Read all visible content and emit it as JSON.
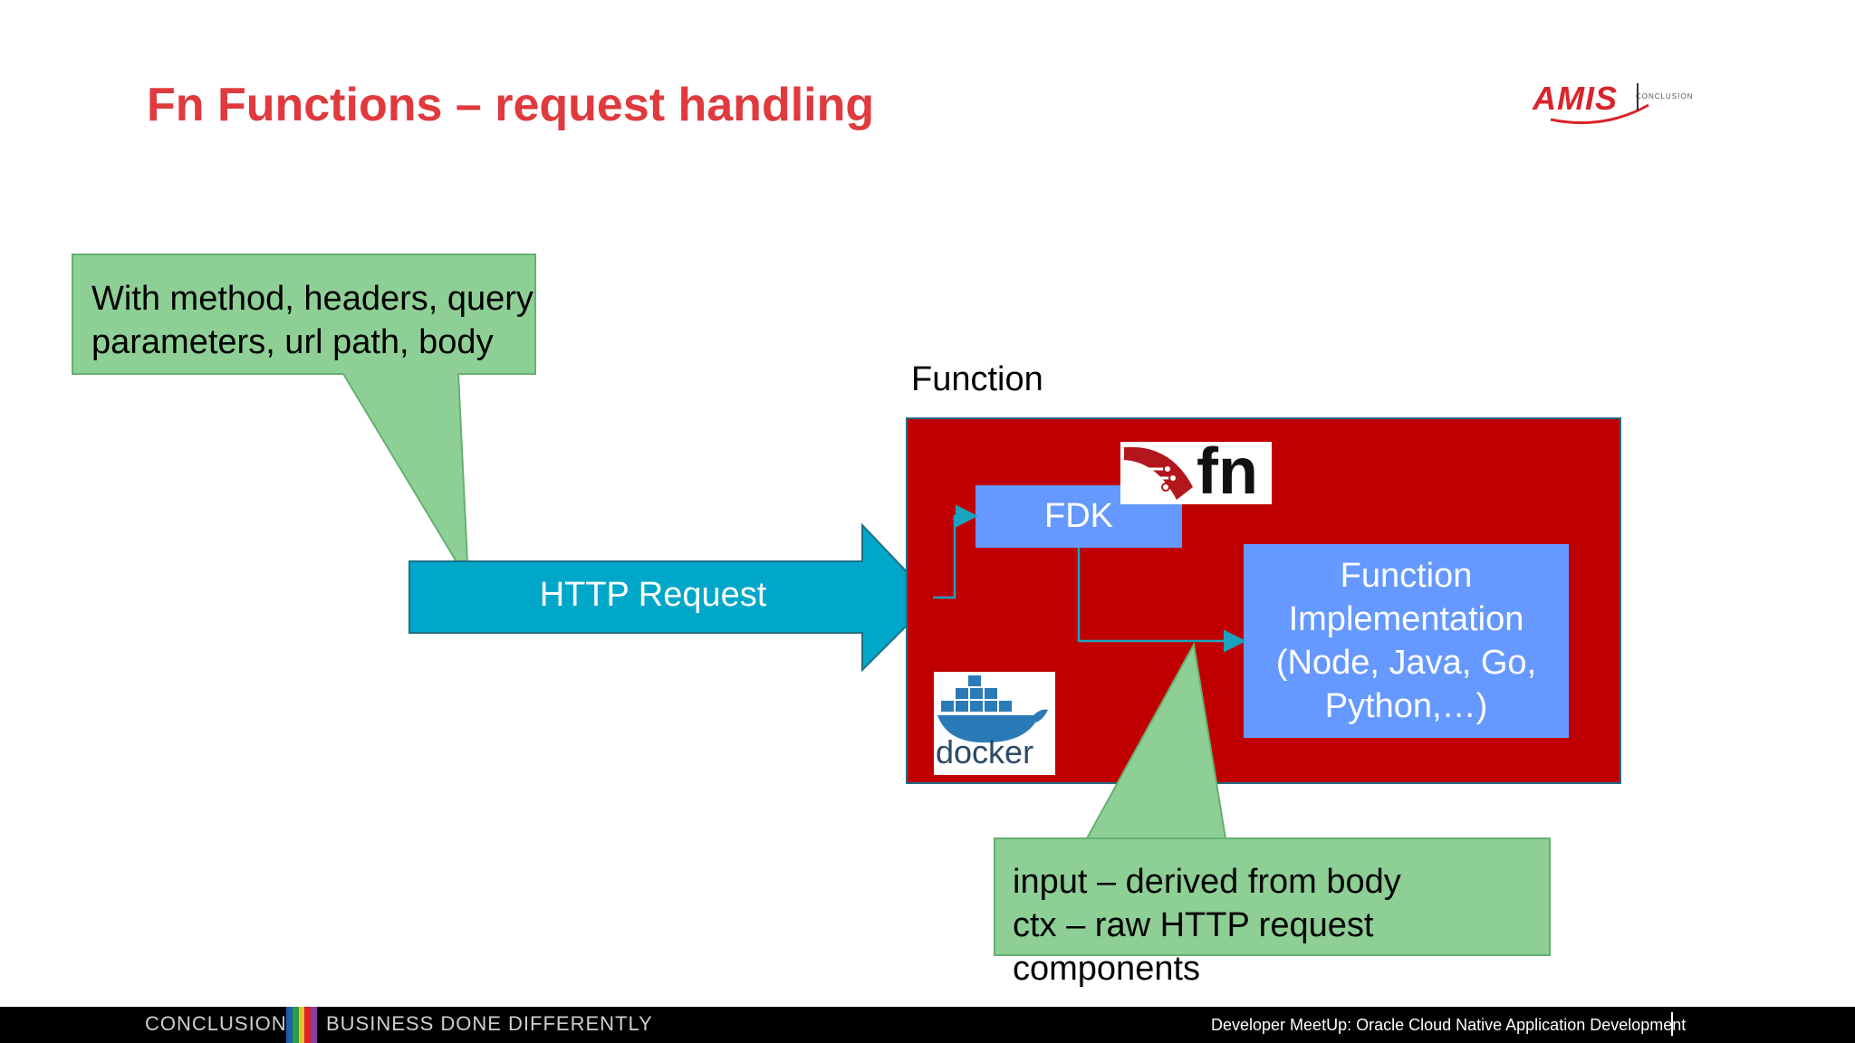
{
  "slide": {
    "title": "Fn Functions – request handling",
    "logo": {
      "brand": "AMIS",
      "sub": "CONCLUSION"
    }
  },
  "callout_top": {
    "lines": [
      "With method, headers, query",
      "parameters, url path, body"
    ]
  },
  "http_request": {
    "label": "HTTP Request"
  },
  "function_box": {
    "label": "Function",
    "fdk_label": "FDK",
    "implementation_lines": [
      "Function",
      "Implementation",
      "(Node, Java, Go,",
      "Python,…)"
    ],
    "fn_logo_text": "fn",
    "docker_logo_text": "docker"
  },
  "callout_bottom": {
    "lines": [
      "input – derived from body",
      "ctx – raw HTTP request",
      "components"
    ]
  },
  "footer": {
    "left_a": "CONCLUSION",
    "left_b": "BUSINESS DONE DIFFERENTLY",
    "right": "Developer MeetUp: Oracle Cloud Native Application Development"
  },
  "colors": {
    "title": "#e03a3e",
    "callout": "#8ecf96",
    "arrow": "#00a7c9",
    "container": "#c00000",
    "box": "#6699ff"
  }
}
